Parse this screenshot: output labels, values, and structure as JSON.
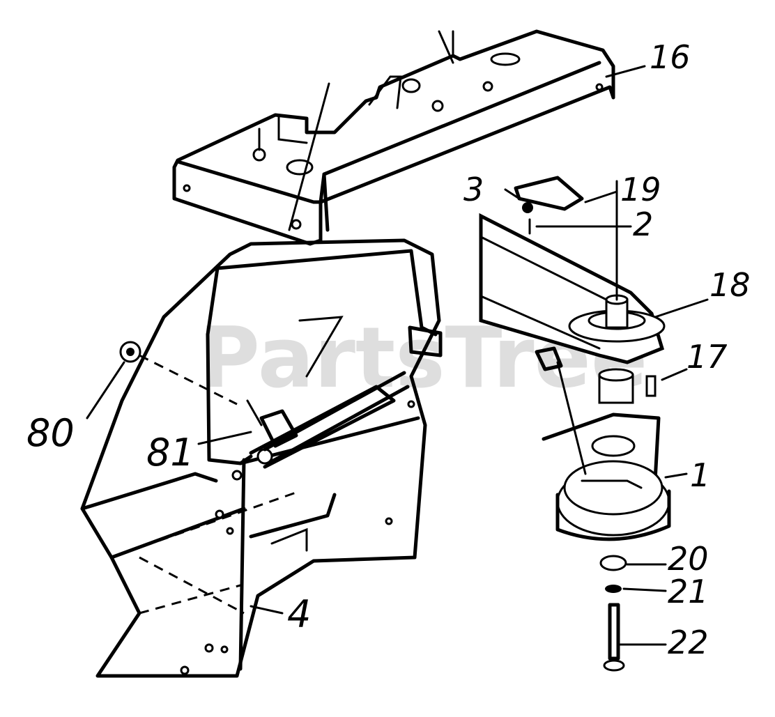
{
  "watermark": "PartsTree",
  "callouts": [
    {
      "id": "16",
      "label": "16"
    },
    {
      "id": "3",
      "label": "3"
    },
    {
      "id": "19",
      "label": "19"
    },
    {
      "id": "2",
      "label": "2"
    },
    {
      "id": "18",
      "label": "18"
    },
    {
      "id": "17",
      "label": "17"
    },
    {
      "id": "1",
      "label": "1"
    },
    {
      "id": "80",
      "label": "80"
    },
    {
      "id": "81",
      "label": "81"
    },
    {
      "id": "20",
      "label": "20"
    },
    {
      "id": "21",
      "label": "21"
    },
    {
      "id": "22",
      "label": "22"
    },
    {
      "id": "4",
      "label": "4"
    }
  ]
}
